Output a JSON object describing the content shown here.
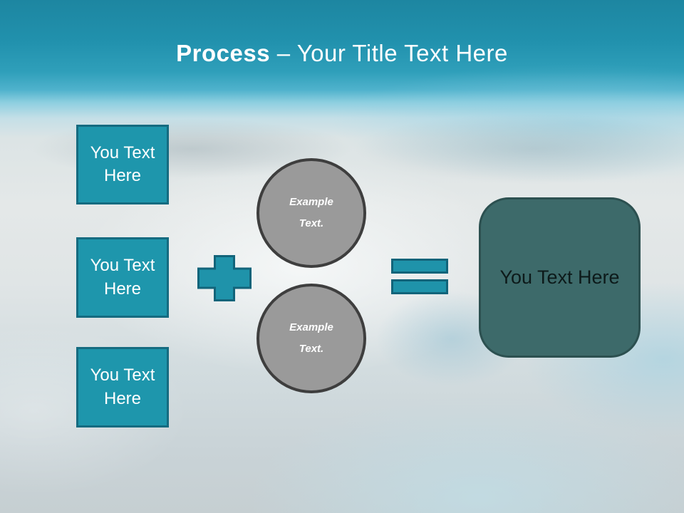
{
  "slide": {
    "title": {
      "bold": "Process",
      "separator": " – ",
      "rest": "Your Title Text Here"
    },
    "left_boxes": [
      {
        "label": "You Text Here"
      },
      {
        "label": "You Text Here"
      },
      {
        "label": "You Text Here"
      }
    ],
    "circles": [
      {
        "label": "Example Text."
      },
      {
        "label": "Example Text."
      }
    ],
    "result_box": {
      "label": "You Text Here"
    },
    "colors": {
      "accent_teal": "#1e96ac",
      "accent_teal_border": "#156b80",
      "operator_teal": "#1f93aa",
      "operator_border": "#12647a",
      "circle_gray": "#9a9a9a",
      "circle_border": "#3e3e3e",
      "result_fill": "#3d6a6a",
      "result_border": "#2c5050",
      "title_color": "#ffffff",
      "header_gradient_top": "#1d86a1",
      "header_gradient_bottom": "#4fb2cc"
    }
  }
}
